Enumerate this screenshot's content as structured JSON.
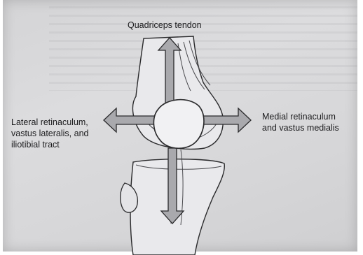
{
  "labels": {
    "quadriceps": "Quadriceps tendon",
    "lateral": "Lateral retinaculum,\nvastus lateralis, and\niliotibial tract",
    "medial": "Medial retinaculum\nand vastus medialis"
  },
  "colors": {
    "paper": "#d8d8da",
    "arrow_fill": "#a9a9ad",
    "arrow_stroke": "#2a2a2c",
    "bone_fill": "#e9e9ec",
    "patella_fill": "#f1f1f3",
    "ink": "#1c1c1e"
  }
}
